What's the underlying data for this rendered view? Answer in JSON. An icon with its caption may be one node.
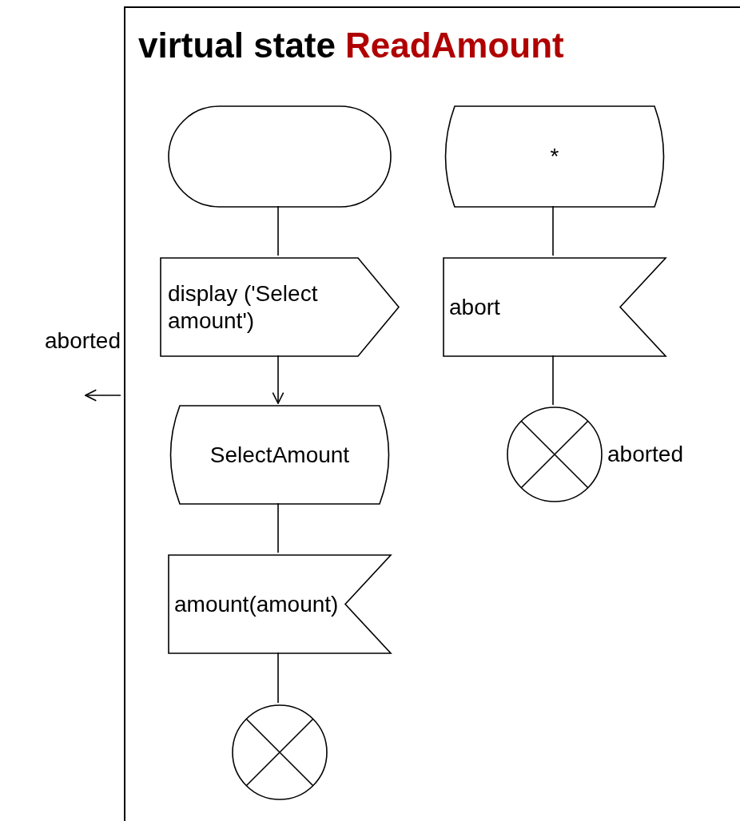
{
  "diagram": {
    "nodes": [
      {
        "text": [
          "virtual state",
          "ReadAmount"
        ]
      },
      {
        "text": [],
        "shape": "stadium",
        "in": 0
      },
      {
        "text": [
          "display ('Select amount')"
        ],
        "in": 0
      },
      {
        "text": [
          "SelectAmount"
        ],
        "in": 0
      },
      {
        "text": [
          "amount(amount)"
        ],
        "in": 0
      },
      {
        "text": [],
        "shape": "circle",
        "in": 0
      },
      {
        "text": [
          "*"
        ],
        "in": 0
      },
      {
        "text": [
          "abort"
        ],
        "in": 0
      },
      {
        "text": [],
        "shape": "circle",
        "in": 0,
        "beside": [
          "aborted"
        ]
      }
    ],
    "edges": [
      {
        "from": 1,
        "to": 2,
        "arrow": "none"
      },
      {
        "from": 2,
        "to": 3,
        "arrow": "to"
      },
      {
        "from": 3,
        "to": 4,
        "arrow": "none"
      },
      {
        "from": 4,
        "to": 5,
        "arrow": "none"
      },
      {
        "from": 6,
        "to": 7,
        "arrow": "none"
      },
      {
        "from": 7,
        "to": 8,
        "arrow": "none"
      },
      {
        "from": 0,
        "to": null,
        "arrow": "to",
        "label": "aborted"
      }
    ]
  }
}
